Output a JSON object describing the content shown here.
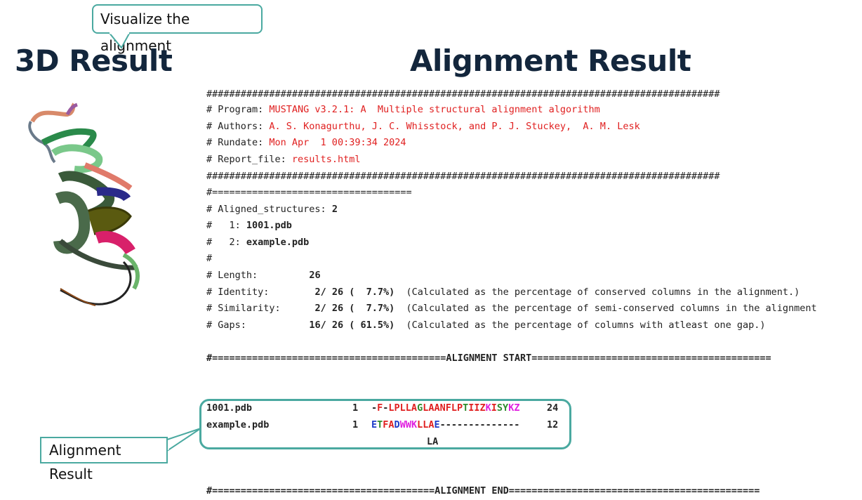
{
  "callouts": {
    "top": "Visualize the alignment",
    "left": "Alignment Result"
  },
  "headings": {
    "left": "3D Result",
    "right": "Alignment Result"
  },
  "report": {
    "hash_line": "##########################################################################################",
    "program_key": "# Program: ",
    "program_val": "MUSTANG v3.2.1: A  Multiple structural alignment algorithm",
    "authors_key": "# Authors: ",
    "authors_val": "A. S. Konagurthu, J. C. Whisstock, and P. J. Stuckey,  A. M. Lesk",
    "rundate_key": "# Rundate: ",
    "rundate_val": "Mon Apr  1 00:39:34 2024",
    "report_key": "# Report_file: ",
    "report_val": "results.html",
    "eq_line": "#===================================",
    "aligned_key": "# Aligned_structures: ",
    "aligned_val": "2",
    "s1_prefix": "#   1: ",
    "s1_name": "1001.pdb",
    "s2_prefix": "#   2: ",
    "s2_name": "example.pdb",
    "hash_only": "#",
    "length_key": "# Length:         ",
    "length_val": "26",
    "identity_key": "# Identity:        ",
    "identity_val": "2/ 26 (  7.7%)",
    "identity_note": "  (Calculated as the percentage of conserved columns in the alignment.)",
    "similarity_key": "# Similarity:      ",
    "similarity_val": "2/ 26 (  7.7%)",
    "similarity_note": "  (Calculated as the percentage of semi-conserved columns in the alignment",
    "gaps_key": "# Gaps:           ",
    "gaps_val": "16/ 26 ( 61.5%)",
    "gaps_note": "  (Calculated as the percentage of columns with atleast one gap.)",
    "align_start": "#=========================================ALIGNMENT START==========================================",
    "align_end": "#=======================================ALIGNMENT END============================================"
  },
  "alignment": {
    "row1": {
      "name": "1001.pdb",
      "start": "1",
      "seq": [
        {
          "t": "-",
          "c": "dark"
        },
        {
          "t": "F",
          "c": "red"
        },
        {
          "t": "-",
          "c": "dark"
        },
        {
          "t": "LPLLA",
          "c": "red"
        },
        {
          "t": "G",
          "c": "green"
        },
        {
          "t": "LAANFLP",
          "c": "red"
        },
        {
          "t": "T",
          "c": "green"
        },
        {
          "t": "IIZ",
          "c": "red"
        },
        {
          "t": "K",
          "c": "mag"
        },
        {
          "t": "I",
          "c": "red"
        },
        {
          "t": "SY",
          "c": "green"
        },
        {
          "t": "KZ",
          "c": "mag"
        }
      ],
      "end": "24"
    },
    "row2": {
      "name": "example.pdb",
      "start": "1",
      "seq": [
        {
          "t": "E",
          "c": "blue"
        },
        {
          "t": "T",
          "c": "green"
        },
        {
          "t": "FA",
          "c": "red"
        },
        {
          "t": "D",
          "c": "blue"
        },
        {
          "t": "WWK",
          "c": "mag"
        },
        {
          "t": "LLA",
          "c": "red"
        },
        {
          "t": "E",
          "c": "blue"
        },
        {
          "t": "--------------",
          "c": "dark"
        }
      ],
      "end": "12"
    },
    "consensus": "LA"
  }
}
